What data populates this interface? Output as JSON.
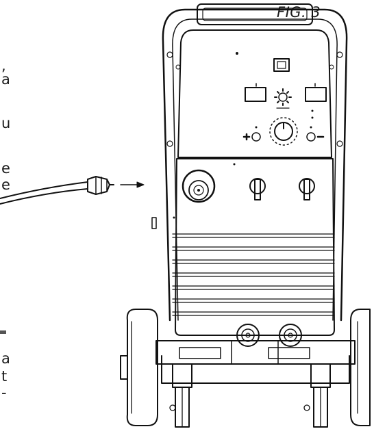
{
  "figure": {
    "title": "FIG. 3",
    "left_text_fragments": [
      ",",
      "a",
      "u",
      "e",
      "e",
      "a",
      "t",
      "-"
    ]
  }
}
